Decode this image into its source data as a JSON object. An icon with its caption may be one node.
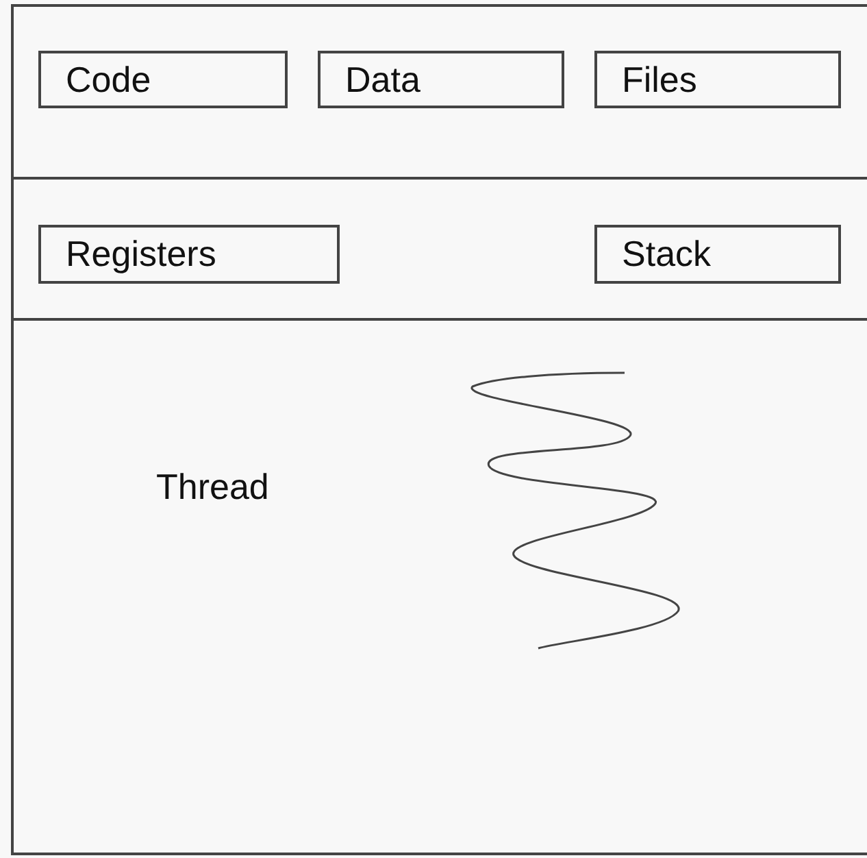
{
  "diagram": {
    "nodes": [
      {
        "text": [
          "Code"
        ]
      },
      {
        "text": [
          "Data"
        ]
      },
      {
        "text": [
          "Files"
        ]
      },
      {
        "text": [
          "Registers"
        ]
      },
      {
        "text": [
          "Stack"
        ]
      }
    ],
    "labels": [
      "Thread"
    ]
  }
}
